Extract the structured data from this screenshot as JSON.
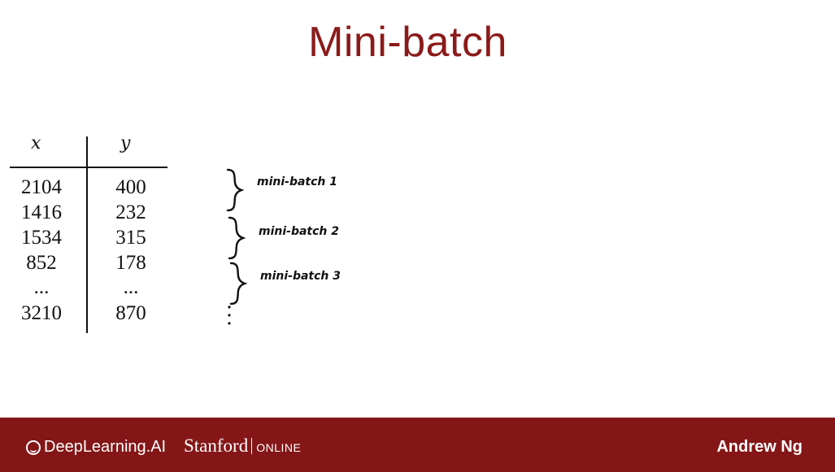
{
  "slide": {
    "title": "Mini-batch"
  },
  "table": {
    "x_header": "x",
    "y_header": "y",
    "rows": [
      {
        "x": "2104",
        "y": "400"
      },
      {
        "x": "1416",
        "y": "232"
      },
      {
        "x": "1534",
        "y": "315"
      },
      {
        "x": "852",
        "y": "178"
      },
      {
        "x": "...",
        "y": "..."
      },
      {
        "x": "3210",
        "y": "870"
      }
    ]
  },
  "annotations": {
    "batches": [
      "mini-batch 1",
      "mini-batch 2",
      "mini-batch 3"
    ]
  },
  "footer": {
    "brand": "DeepLearning.AI",
    "university": "Stanford",
    "online": "ONLINE",
    "author": "Andrew Ng",
    "bar_color": "#841617"
  }
}
